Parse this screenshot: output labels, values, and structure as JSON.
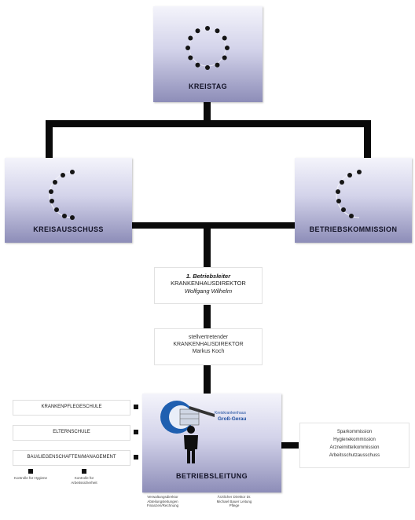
{
  "top": {
    "label": "KREISTAG"
  },
  "left": {
    "label": "KREISAUSSCHUSS"
  },
  "right": {
    "label": "BETRIEBSKOMMISSION"
  },
  "director": {
    "line1": "1. Betriebsleiter",
    "line2": "KRANKENHAUSDIREKTOR",
    "line3": "Wolfgang Wilhelm"
  },
  "deputy": {
    "line1": "stellvertretender",
    "line2": "KRANKENHAUSDIREKTOR",
    "line3": "Markus Koch"
  },
  "management": {
    "label": "BETRIEBSLEITUNG",
    "logo_line1": "Kreiskrankenhaus",
    "logo_line2": "Groß-Gerau",
    "note_left": "Verwaltungsdirektor Abteilungsleitungen Finanzen/Rechnung",
    "note_right": "Ärztlicher Direktor Dr. Michael Bauer Leitung Pflege"
  },
  "left_items": [
    "KRANKENPFLEGESCHULE",
    "ELTERNSCHULE",
    "BAU/LIEGENSCHAFTEN/MANAGEMENT"
  ],
  "left_notes": [
    "Kontrolle für Hygiene",
    "Kontrolle für Arbeitssicherheit"
  ],
  "right_list": [
    "Sparkommission",
    "Hygienekommission",
    "Arzneimittelkommission",
    "Arbeitsschutzausschuss"
  ],
  "colors": {
    "box_top": "#f4f4fb",
    "box_bottom": "#8d8db8",
    "lines": "#0a0a0a"
  },
  "icons": [
    "circle-of-dots-icon",
    "arc-of-dots-icon",
    "hospital-logo-icon",
    "person-silhouette-icon"
  ]
}
